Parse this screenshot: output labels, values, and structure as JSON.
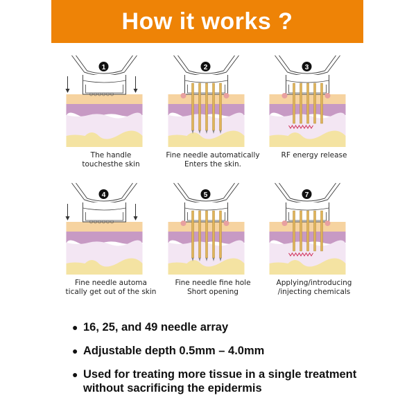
{
  "banner": {
    "title": "How it works ?",
    "color": "#ee8306"
  },
  "steps": [
    {
      "number": "1",
      "caption_line1": "The handle",
      "caption_line2": "touchesthe skin",
      "needles": "retracted",
      "rf": false
    },
    {
      "number": "2",
      "caption_line1": "Fine needle automatically",
      "caption_line2": "Enters the skin.",
      "needles": "inserted",
      "rf": false
    },
    {
      "number": "3",
      "caption_line1": "RF energy release",
      "caption_line2": "",
      "needles": "inserted",
      "rf": true
    },
    {
      "number": "4",
      "caption_line1": "Fine needle automa",
      "caption_line2": "tically get out of the skin",
      "needles": "retracted",
      "rf": false
    },
    {
      "number": "5",
      "caption_line1": "Fine needle fine hole",
      "caption_line2": "Short opening",
      "needles": "inserted",
      "rf": false
    },
    {
      "number": "7",
      "caption_line1": "Applying/introducing",
      "caption_line2": "/injecting chemicals",
      "needles": "inserted",
      "rf": true
    }
  ],
  "features": [
    {
      "bullet": "●",
      "text": "16, 25, and 49 needle array"
    },
    {
      "bullet": "●",
      "text": "Adjustable depth 0.5mm – 4.0mm"
    },
    {
      "bullet": "●",
      "text": "Used for treating more tissue in a single treatment without sacrificing the epidermis"
    }
  ],
  "colors": {
    "skin_top": "#f6d3a0",
    "epidermis": "#c79ac4",
    "dermis": "#f3e6f3",
    "fat": "#f4e3a2",
    "needle": "#e0b45a"
  }
}
